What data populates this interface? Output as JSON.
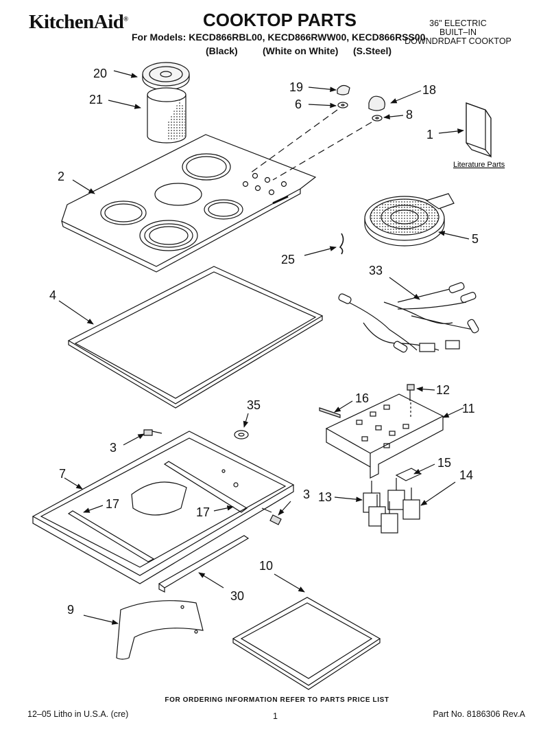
{
  "header": {
    "brand": "KitchenAid",
    "brand_mark": "®",
    "title": "COOKTOP PARTS",
    "models_line": "For Models: KECD866RBL00, KECD866RWW00, KECD866RSS00",
    "variants": [
      "(Black)",
      "(White on White)",
      "(S.Steel)"
    ],
    "spec_lines": [
      "36\" ELECTRIC",
      "BUILT–IN",
      "DOWNDRDAFT COOKTOP"
    ]
  },
  "diagram": {
    "literature_label": "Literature Parts",
    "callouts": [
      "20",
      "21",
      "19",
      "6",
      "18",
      "8",
      "1",
      "2",
      "5",
      "25",
      "33",
      "4",
      "12",
      "16",
      "11",
      "35",
      "3",
      "3",
      "7",
      "17",
      "17",
      "15",
      "14",
      "13",
      "10",
      "30",
      "9"
    ]
  },
  "footer": {
    "ordering_info": "FOR ORDERING INFORMATION REFER TO PARTS PRICE LIST",
    "litho": "12–05 Litho in U.S.A. (cre)",
    "page": "1",
    "part_no": "Part No. 8186306 Rev.A"
  }
}
